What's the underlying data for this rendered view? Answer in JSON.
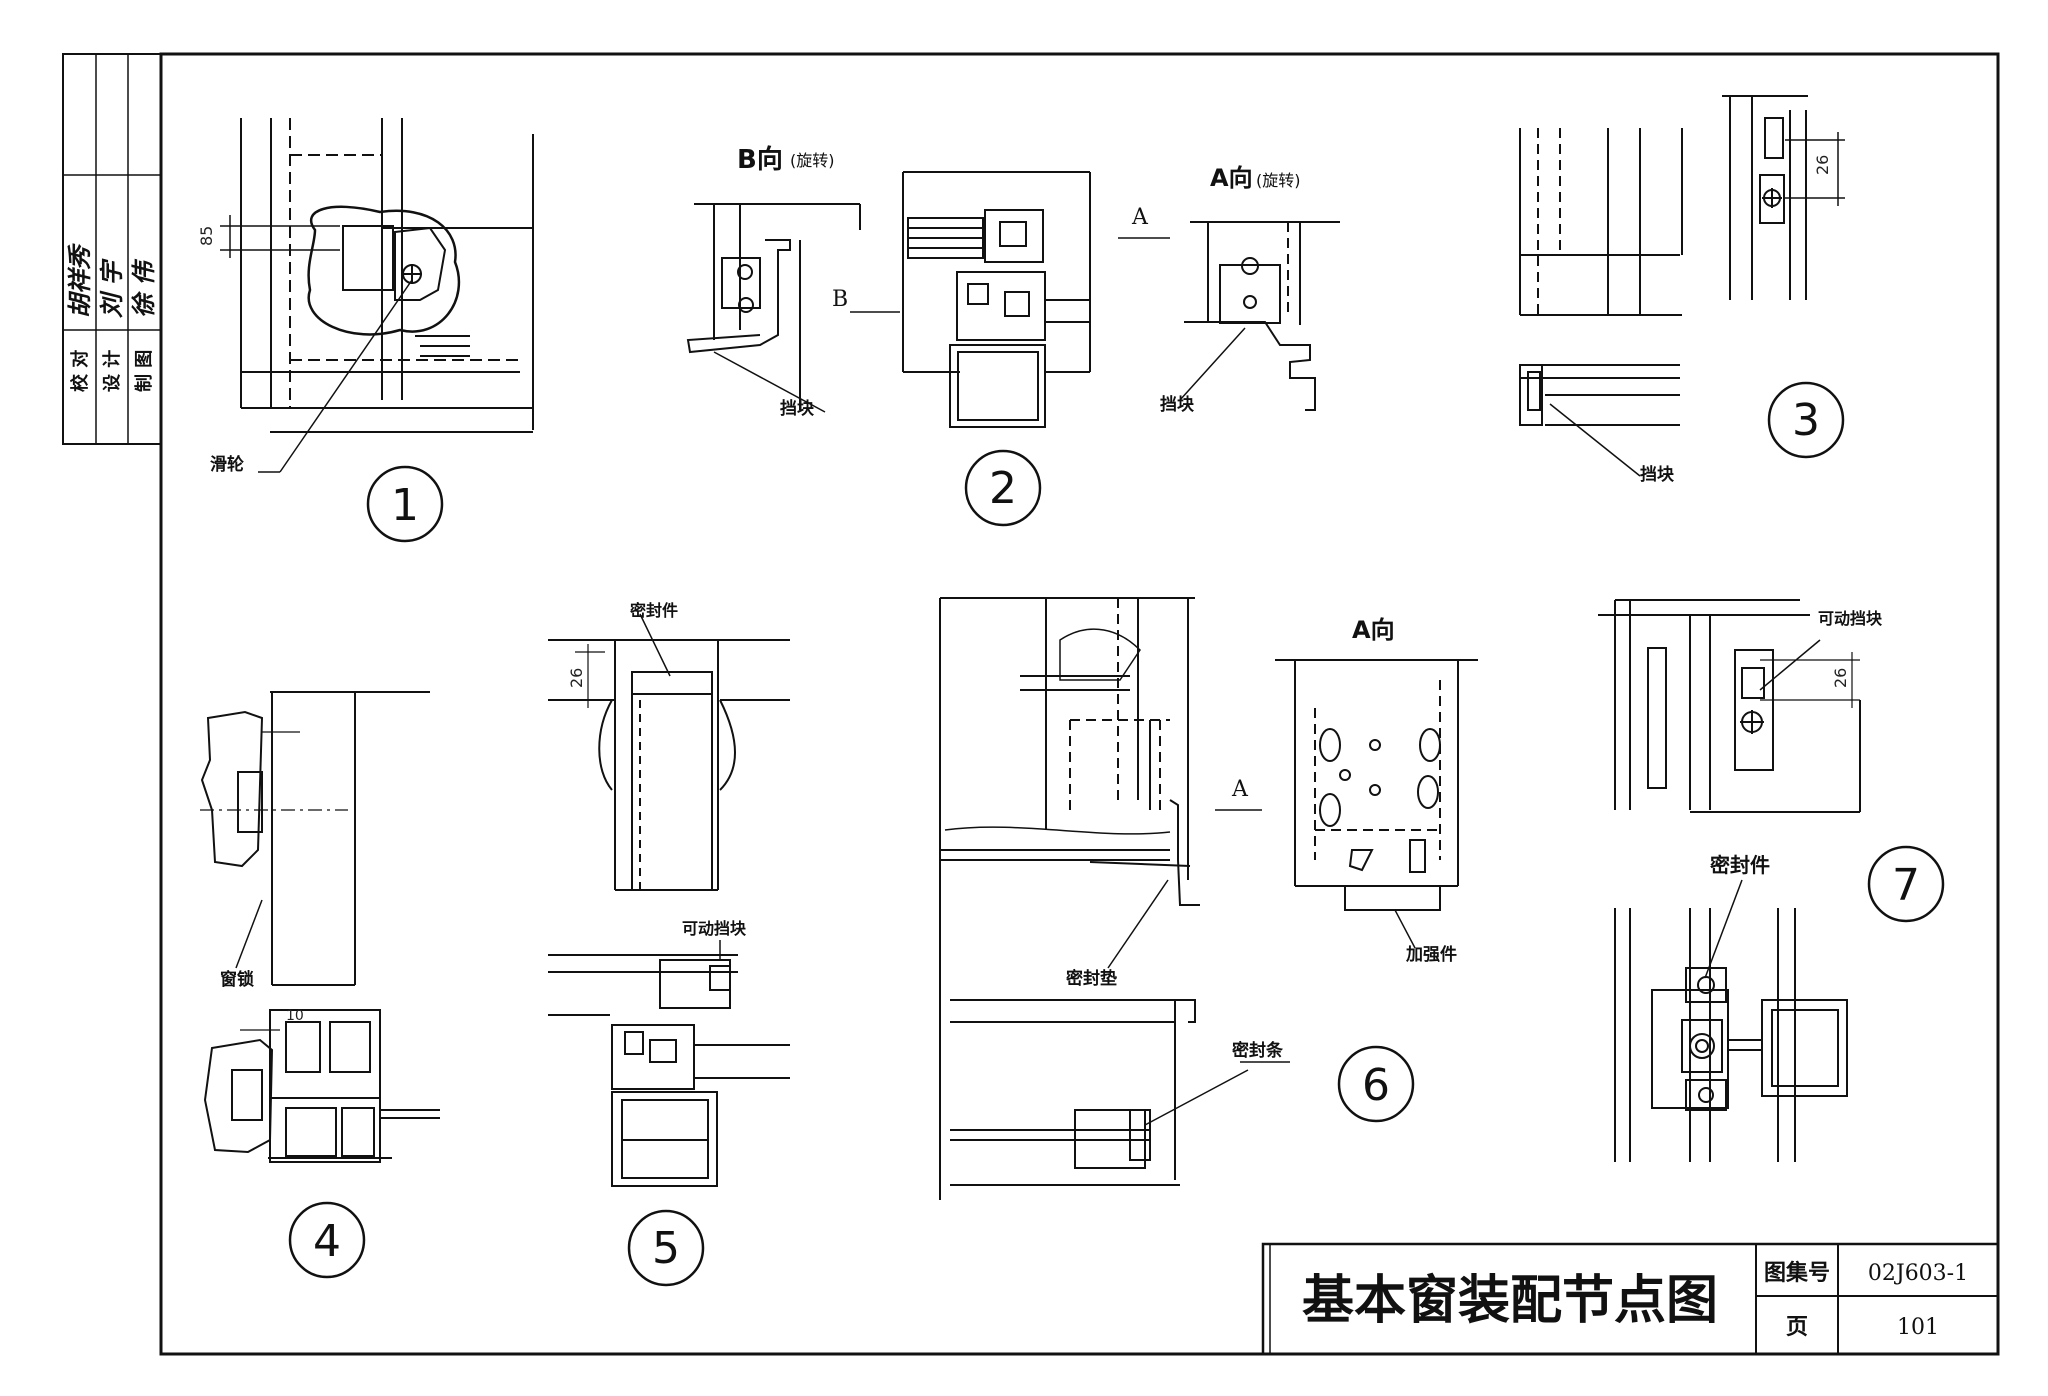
{
  "side_stamp": {
    "rows": [
      {
        "role": "校 对",
        "signature": "胡祥秀"
      },
      {
        "role": "设 计",
        "signature": "刘 宇"
      },
      {
        "role": "制 图",
        "signature": "徐 伟"
      }
    ]
  },
  "title_block": {
    "title": "基本窗装配节点图",
    "atlas_label": "图集号",
    "atlas_number": "02J603-1",
    "page_label": "页",
    "page_number": "101"
  },
  "details": [
    {
      "number": "1",
      "labels": [
        "滑轮"
      ],
      "dims": [
        "85"
      ]
    },
    {
      "number": "2",
      "view_b": "B向",
      "view_b_note": "(旋转)",
      "view_a": "A向",
      "view_a_note": "(旋转)",
      "arrow_a": "A",
      "arrow_b": "B",
      "labels": [
        "挡块",
        "挡块"
      ]
    },
    {
      "number": "3",
      "labels": [
        "挡块"
      ],
      "dims": [
        "26"
      ]
    },
    {
      "number": "4",
      "labels": [
        "窗锁"
      ],
      "dims": [
        "10"
      ]
    },
    {
      "number": "5",
      "labels": [
        "密封件",
        "可动挡块"
      ],
      "dims": [
        "26"
      ]
    },
    {
      "number": "6",
      "view_a": "A向",
      "arrow_a": "A",
      "labels": [
        "密封垫",
        "加强件",
        "密封条"
      ]
    },
    {
      "number": "7",
      "labels": [
        "可动挡块",
        "密封件"
      ],
      "dims": [
        "26"
      ]
    }
  ]
}
